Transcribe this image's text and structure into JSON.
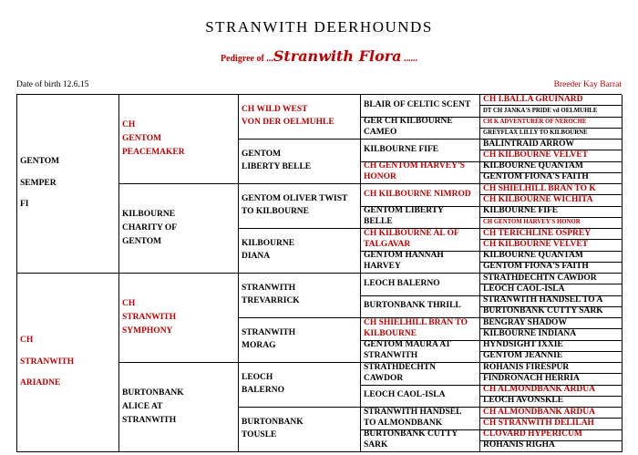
{
  "header": {
    "title": "STRANWITH DEERHOUNDS",
    "pedigree_prefix": "Pedigree of ...",
    "pedigree_name": "Stranwith Flora",
    "pedigree_suffix": " ......",
    "date_of_birth": "Date of birth 12.6.15",
    "breeder": "Breeder Kay Barrat"
  },
  "colors": {
    "accent_red": "#c00000",
    "text_black": "#000000",
    "border": "#000000",
    "background": "#ffffff"
  },
  "pedigree": {
    "generations": [
      {
        "entries": [
          {
            "name": "GENTOM\nSEMPER\nFI",
            "color": "black"
          },
          {
            "name": "CH\nSTRANWITH\nARIADNE",
            "color": "red"
          }
        ]
      },
      {
        "entries": [
          {
            "name": "CH\nGENTOM\nPEACEMAKER",
            "color": "red"
          },
          {
            "name": "KILBOURNE\nCHARITY OF\nGENTOM",
            "color": "black"
          },
          {
            "name": "CH\nSTRANWITH\nSYMPHONY",
            "color": "red"
          },
          {
            "name": "BURTONBANK\nALICE AT\nSTRANWITH",
            "color": "black"
          }
        ]
      },
      {
        "entries": [
          {
            "name": "CH WILD WEST\nVON DER OELMUHLE",
            "color": "red"
          },
          {
            "name": "GENTOM\nLIBERTY BELLE",
            "color": "black"
          },
          {
            "name": "GENTOM OLIVER TWIST\nTO KILBOURNE",
            "color": "black"
          },
          {
            "name": "KILBOURNE\nDIANA",
            "color": "black"
          },
          {
            "name": "STRANWITH\nTREVARRICK",
            "color": "black"
          },
          {
            "name": "STRANWITH\nMORAG",
            "color": "black"
          },
          {
            "name": "LEOCH\nBALERNO",
            "color": "black"
          },
          {
            "name": "BURTONBANK\nTOUSLE",
            "color": "black"
          }
        ]
      },
      {
        "entries": [
          {
            "name": "BLAIR OF CELTIC SCENT",
            "color": "black"
          },
          {
            "name": "GER CH KILBOURNE\nCAMEO",
            "color": "black"
          },
          {
            "name": "KILBOURNE FIFE",
            "color": "black"
          },
          {
            "name": "CH GENTOM HARVEY'S\nHONOR",
            "color": "red"
          },
          {
            "name": "CH KILBOURNE NIMROD",
            "color": "red"
          },
          {
            "name": "GENTOM LIBERTY\nBELLE",
            "color": "black"
          },
          {
            "name": "CH KILBOURNE AL OF\nTALGAVAR",
            "color": "red"
          },
          {
            "name": "GENTOM HANNAH\nHARVEY",
            "color": "black"
          },
          {
            "name": "LEOCH BALERNO",
            "color": "black"
          },
          {
            "name": "BURTONBANK THRILL",
            "color": "black"
          },
          {
            "name": "CH SHIELHILL BRAN TO\nKILBOURNE",
            "color": "red"
          },
          {
            "name": "GENTOM MAURA AT\nSTRANWITH",
            "color": "black"
          },
          {
            "name": "STRATHDECHTN\nCAWDOR",
            "color": "black"
          },
          {
            "name": "LEOCH CAOL-ISLA",
            "color": "black"
          },
          {
            "name": "STRANWITH HANDSEL\nTO ALMONDBANK",
            "color": "black"
          },
          {
            "name": "BURTONBANK CUTTY\nSARK",
            "color": "black"
          }
        ]
      },
      {
        "entries": [
          {
            "name": "CH I.BALLA GRUINARD",
            "color": "red"
          },
          {
            "name": "DT CH JANKA'S PRIDE vd OELMUHLE",
            "color": "black",
            "small": true
          },
          {
            "name": "CH K ADVENTURER OF NEROCHE",
            "color": "red",
            "small": true
          },
          {
            "name": "GREYFLAX LILLY TO KILBOURNE",
            "color": "black",
            "small": true
          },
          {
            "name": "BALINTRAID ARROW",
            "color": "black"
          },
          {
            "name": "CH KILBOURNE VELVET",
            "color": "red"
          },
          {
            "name": "KILBOURNE QUANTAM",
            "color": "black"
          },
          {
            "name": "GENTOM FIONA'S FAITH",
            "color": "black"
          },
          {
            "name": "CH SHIELHILL BRAN TO K",
            "color": "red"
          },
          {
            "name": "CH KILBOURNE WICHITA",
            "color": "red"
          },
          {
            "name": "KILBOURNE FIFE",
            "color": "black"
          },
          {
            "name": "CH GENTOM HARVEY'S HONOR",
            "color": "red",
            "small": true
          },
          {
            "name": "CH TERICHLINE OSPREY",
            "color": "red"
          },
          {
            "name": "CH KILBOURNE VELVET",
            "color": "red"
          },
          {
            "name": "KILBOURNE QUANTAM",
            "color": "black"
          },
          {
            "name": "GENTOM FIONA'S FAITH",
            "color": "black"
          },
          {
            "name": "STRATHDECHTN CAWDOR",
            "color": "black"
          },
          {
            "name": "LEOCH CAOL-ISLA",
            "color": "black"
          },
          {
            "name": "STRANWITH HANDSEL TO A",
            "color": "black"
          },
          {
            "name": "BURTONBANK CUTTY SARK",
            "color": "black"
          },
          {
            "name": "BENGRAY SHADOW",
            "color": "black"
          },
          {
            "name": "KILBOURNE INDIANA",
            "color": "black"
          },
          {
            "name": "HYNDSIGHT IXXIE",
            "color": "black"
          },
          {
            "name": "GENTOM JEANNIE",
            "color": "black"
          },
          {
            "name": "ROHANIS FIRESPUR",
            "color": "black"
          },
          {
            "name": "FINDRONACH HERRIA",
            "color": "black"
          },
          {
            "name": "CH ALMONDBANK ARDUA",
            "color": "red"
          },
          {
            "name": "LEOCH AVONSKLE",
            "color": "black"
          },
          {
            "name": "CH ALMONDBANK ARDUA",
            "color": "red"
          },
          {
            "name": "CH STRANWITH DELILAH",
            "color": "red"
          },
          {
            "name": "CLOVARD HYPERICUM",
            "color": "red"
          },
          {
            "name": "ROHANIS RIGHA",
            "color": "black"
          }
        ]
      }
    ]
  }
}
